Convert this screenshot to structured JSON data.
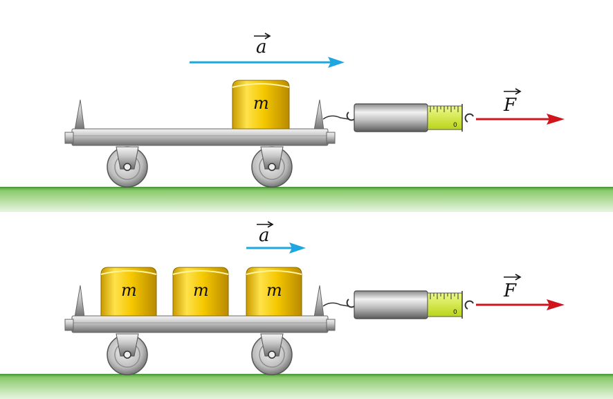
{
  "labels": {
    "mass": "m",
    "acceleration": "a",
    "force": "F",
    "scale_zero": "0"
  },
  "colors": {
    "acceleration_arrow": "#1ea6e0",
    "force_arrow": "#d0141c",
    "ground": "#7fbf5e",
    "weight_gold": "#f2c500",
    "scale_window": "#d6ee3a"
  },
  "scenarios": [
    {
      "id": "top",
      "weight_count": 1
    },
    {
      "id": "bottom",
      "weight_count": 3
    }
  ]
}
